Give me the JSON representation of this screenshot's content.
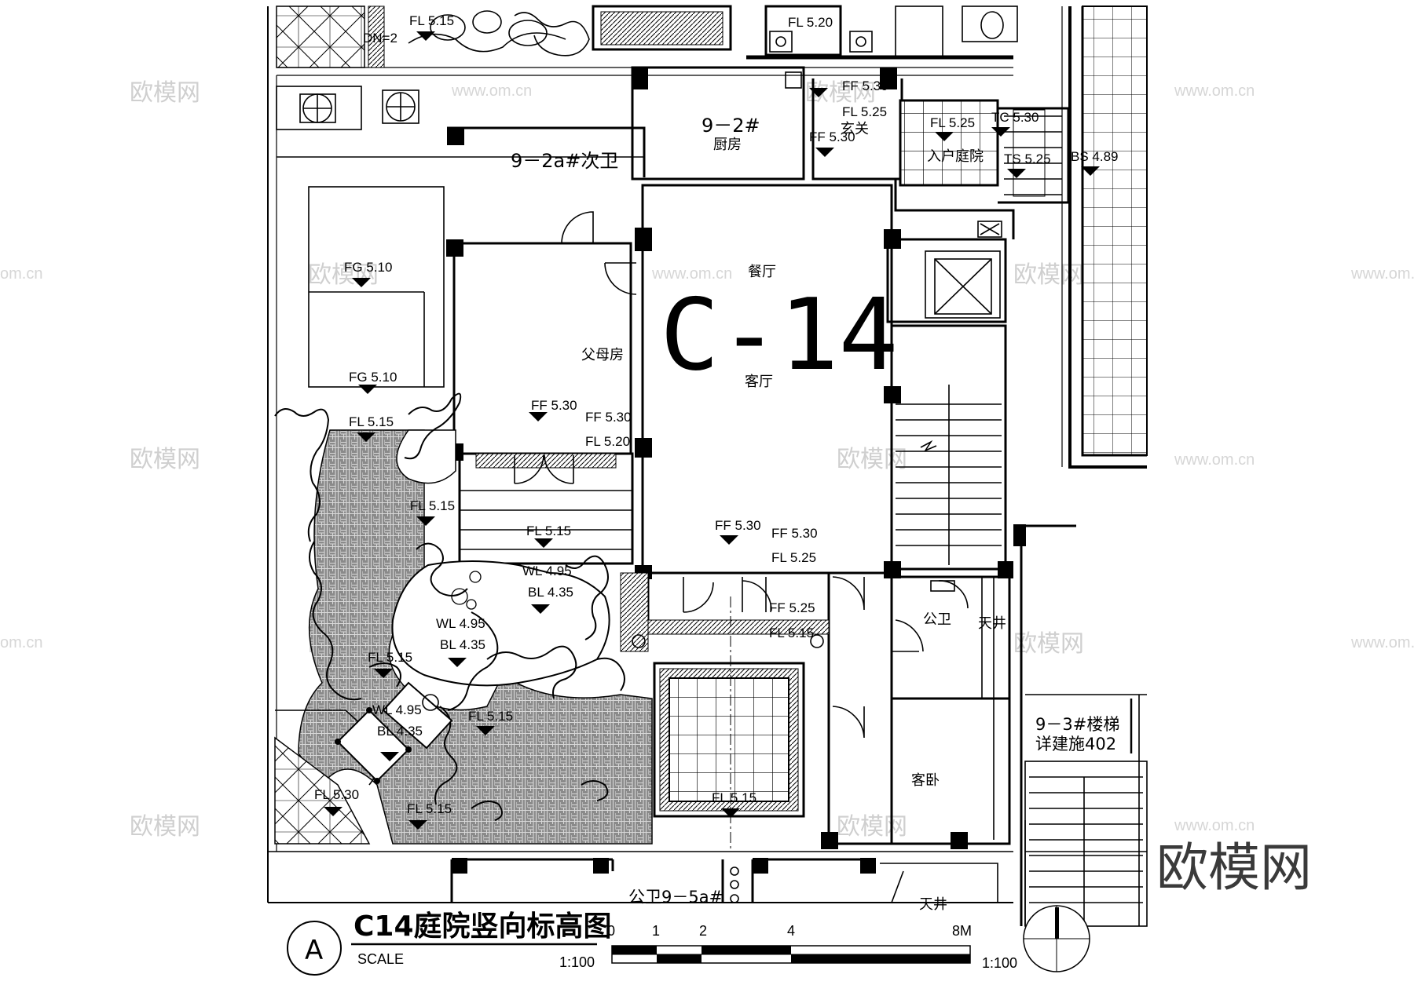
{
  "drawing": {
    "unit_code": "C-14",
    "title": "C14庭院竖向标高图",
    "view_letter": "A",
    "scale_word": "SCALE",
    "scale_ratio_left": "1:100",
    "scale_ratio_right": "1:100",
    "scale_ticks": [
      "0",
      "1",
      "2",
      "4",
      "8M"
    ],
    "brand": "欧模网"
  },
  "rooms": {
    "secondary_bath": "9－2a#次卫",
    "kitchen_code": "9－2#",
    "kitchen": "厨房",
    "foyer": "玄关",
    "entry_court": "入户庭院",
    "dining": "餐厅",
    "living": "客厅",
    "parents": "父母房",
    "public_bath": "公卫",
    "light_well": "天井",
    "guest_bed": "客卧",
    "stair_code": "9－3#楼梯",
    "stair_ref": "详建施402",
    "bottom_bath": "公卫9－5a#",
    "bottom_well": "天井"
  },
  "levels": {
    "top_fl_515": "FL 5.15",
    "top_fl_520": "FL 5.20",
    "dn": "DN=2",
    "ff_530_a": "FF 5.30",
    "fl_525_a": "FL 5.25",
    "ff_530_b": "FF 5.30",
    "fl_525_b": "FL 5.25",
    "tc_530": "TC 5.30",
    "ts_525": "TS 5.25",
    "bs_489": "BS 4.89",
    "fg_510_a": "FG 5.10",
    "fg_510_b": "FG 5.10",
    "fl_515_a": "FL 5.15",
    "ff_530_c": "FF 5.30",
    "ff_530_d": "FF 5.30",
    "fl_520_b": "FL 5.20",
    "fl_515_b": "FL 5.15",
    "fl_515_c": "FL 5.15",
    "ff_530_e": "FF 5.30",
    "ff_530_f": "FF 5.30",
    "fl_525_c": "FL 5.25",
    "wl_495_a": "WL 4.95",
    "bl_435_a": "BL 4.35",
    "ff_525": "FF 5.25",
    "fl_515_d": "FL 5.15",
    "wl_495_b": "WL 4.95",
    "bl_435_b": "BL 4.35",
    "fl_515_e": "FL 5.15",
    "wl_495_c": "WL 4.95",
    "bl_435_c": "BL 4.35",
    "fl_515_f": "FL 5.15",
    "fl_530": "FL 5.30",
    "fl_515_g": "FL 5.15",
    "fl_515_h": "FL 5.15"
  },
  "watermarks": {
    "cn": "欧模网",
    "url": "www.om.cn",
    "url_short": "om.cn"
  }
}
